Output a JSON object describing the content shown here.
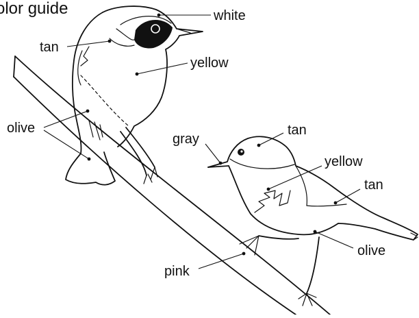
{
  "title": "olor guide",
  "labels": {
    "white": "white",
    "tan_male": "tan",
    "yellow_male": "yellow",
    "olive_left": "olive",
    "gray": "gray",
    "tan_female_head": "tan",
    "yellow_female": "yellow",
    "tan_female_wing": "tan",
    "olive_female": "olive",
    "pink": "pink"
  }
}
